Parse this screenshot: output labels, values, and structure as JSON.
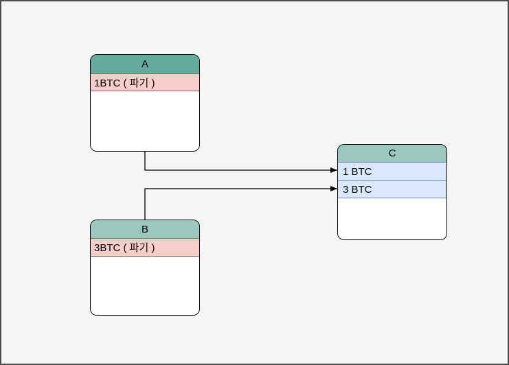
{
  "canvas": {
    "background": "#F5F5F5",
    "frame_border": "#4C4C4C"
  },
  "nodes": [
    {
      "id": "A",
      "title": "A",
      "header_fill": "#64AB9D",
      "rows": [
        {
          "label": "1BTC ( 파기 )",
          "fill": "#F8CECC",
          "border": "#B85450"
        }
      ]
    },
    {
      "id": "B",
      "title": "B",
      "header_fill": "#9AC7BE",
      "rows": [
        {
          "label": "3BTC ( 파기 )",
          "fill": "#F8CECC",
          "border": "#B85450"
        }
      ]
    },
    {
      "id": "C",
      "title": "C",
      "header_fill": "#9AC7BE",
      "rows": [
        {
          "label": "1 BTC",
          "fill": "#DAE8FC",
          "border": "#6C8EBF"
        },
        {
          "label": "3 BTC",
          "fill": "#DAE8FC",
          "border": "#6C8EBF"
        }
      ]
    }
  ],
  "edges": [
    {
      "from": "A",
      "to": "C",
      "target_row": "1 BTC",
      "color": "#000000",
      "style": "orthogonal-arrow"
    },
    {
      "from": "B",
      "to": "C",
      "target_row": "3 BTC",
      "color": "#000000",
      "style": "orthogonal-arrow"
    }
  ]
}
